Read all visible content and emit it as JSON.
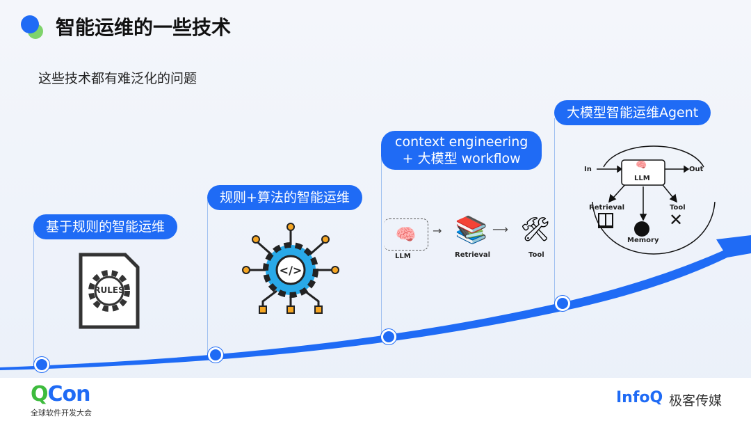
{
  "title": "智能运维的一些技术",
  "subtitle": "这些技术都有难泛化的问题",
  "stages": [
    {
      "label": "基于规则的智能运维",
      "icon": "rules-document-icon",
      "icon_text": "RULES"
    },
    {
      "label": "规则+算法的智能运维",
      "icon": "code-gear-network-icon"
    },
    {
      "label_line1": "context engineering",
      "label_line2": "+ 大模型 workflow",
      "flow": [
        "LLM",
        "Retrieval",
        "Tool"
      ]
    },
    {
      "label": "大模型智能运维Agent",
      "diagram": {
        "in": "In",
        "out": "Out",
        "center": "LLM",
        "nodes": [
          "Retrieval",
          "Memory",
          "Tool"
        ]
      }
    }
  ],
  "footer": {
    "left_logo": "QCon",
    "left_sub": "全球软件开发大会",
    "right_logo": "InfoQ",
    "right_text": "极客传媒"
  },
  "colors": {
    "accent": "#1f6bf5",
    "green": "#3dbb3d"
  }
}
